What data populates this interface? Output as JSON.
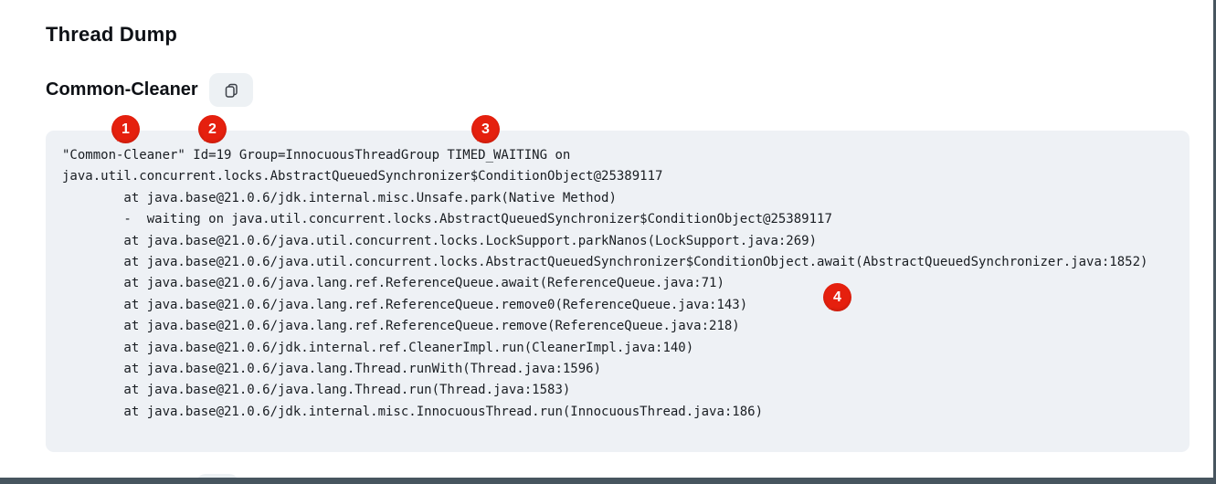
{
  "page": {
    "title": "Thread Dump"
  },
  "section": {
    "heading": "Common-Cleaner",
    "copy_button_icon": "copy-icon"
  },
  "thread_dump": {
    "thread_name": "Common-Cleaner",
    "thread_id": "19",
    "group": "InnocuousThreadGroup",
    "state": "TIMED_WAITING",
    "lines": [
      "\"Common-Cleaner\" Id=19 Group=InnocuousThreadGroup TIMED_WAITING on",
      "java.util.concurrent.locks.AbstractQueuedSynchronizer$ConditionObject@25389117",
      "        at java.base@21.0.6/jdk.internal.misc.Unsafe.park(Native Method)",
      "        -  waiting on java.util.concurrent.locks.AbstractQueuedSynchronizer$ConditionObject@25389117",
      "        at java.base@21.0.6/java.util.concurrent.locks.LockSupport.parkNanos(LockSupport.java:269)",
      "        at java.base@21.0.6/java.util.concurrent.locks.AbstractQueuedSynchronizer$ConditionObject.await(AbstractQueuedSynchronizer.java:1852)",
      "        at java.base@21.0.6/java.lang.ref.ReferenceQueue.await(ReferenceQueue.java:71)",
      "        at java.base@21.0.6/java.lang.ref.ReferenceQueue.remove0(ReferenceQueue.java:143)",
      "        at java.base@21.0.6/java.lang.ref.ReferenceQueue.remove(ReferenceQueue.java:218)",
      "        at java.base@21.0.6/jdk.internal.ref.CleanerImpl.run(CleanerImpl.java:140)",
      "        at java.base@21.0.6/java.lang.Thread.runWith(Thread.java:1596)",
      "        at java.base@21.0.6/java.lang.Thread.run(Thread.java:1583)",
      "        at java.base@21.0.6/jdk.internal.misc.InnocuousThread.run(InnocuousThread.java:186)"
    ]
  },
  "callouts": [
    {
      "number": "1"
    },
    {
      "number": "2"
    },
    {
      "number": "3"
    },
    {
      "number": "4"
    }
  ],
  "colors": {
    "callout_red": "#e5200e",
    "code_background": "#eef1f5",
    "window_edge": "#47555f",
    "button_background": "#edf1f4",
    "text": "#191d22"
  }
}
